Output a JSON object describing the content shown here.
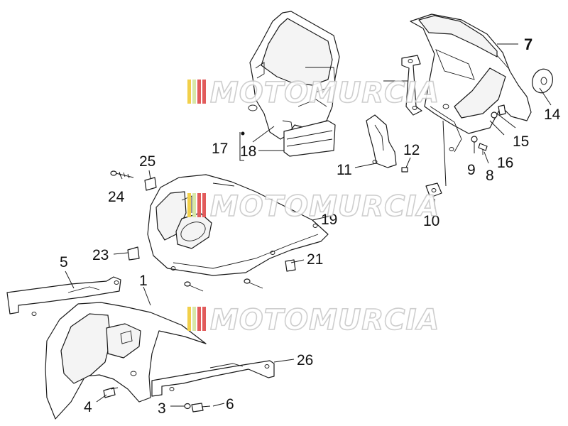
{
  "diagram": {
    "watermark": {
      "text": "MOTOMURCIA",
      "stripe_colors": [
        "#f2d04a",
        "#d8e7a8",
        "#e25c5c",
        "#e25c5c"
      ]
    },
    "callouts": [
      {
        "id": "c1",
        "label": "1"
      },
      {
        "id": "c3",
        "label": "3"
      },
      {
        "id": "c4",
        "label": "4"
      },
      {
        "id": "c5",
        "label": "5"
      },
      {
        "id": "c6",
        "label": "6"
      },
      {
        "id": "c7",
        "label": "7"
      },
      {
        "id": "c8",
        "label": "8"
      },
      {
        "id": "c9",
        "label": "9"
      },
      {
        "id": "c10",
        "label": "10"
      },
      {
        "id": "c11",
        "label": "11"
      },
      {
        "id": "c12",
        "label": "12"
      },
      {
        "id": "c14",
        "label": "14"
      },
      {
        "id": "c15",
        "label": "15"
      },
      {
        "id": "c16",
        "label": "16"
      },
      {
        "id": "c17",
        "label": "17"
      },
      {
        "id": "c18",
        "label": "18"
      },
      {
        "id": "c19",
        "label": "19"
      },
      {
        "id": "c21",
        "label": "21"
      },
      {
        "id": "c23",
        "label": "23"
      },
      {
        "id": "c24",
        "label": "24"
      },
      {
        "id": "c25",
        "label": "25"
      },
      {
        "id": "c26",
        "label": "26"
      }
    ]
  }
}
